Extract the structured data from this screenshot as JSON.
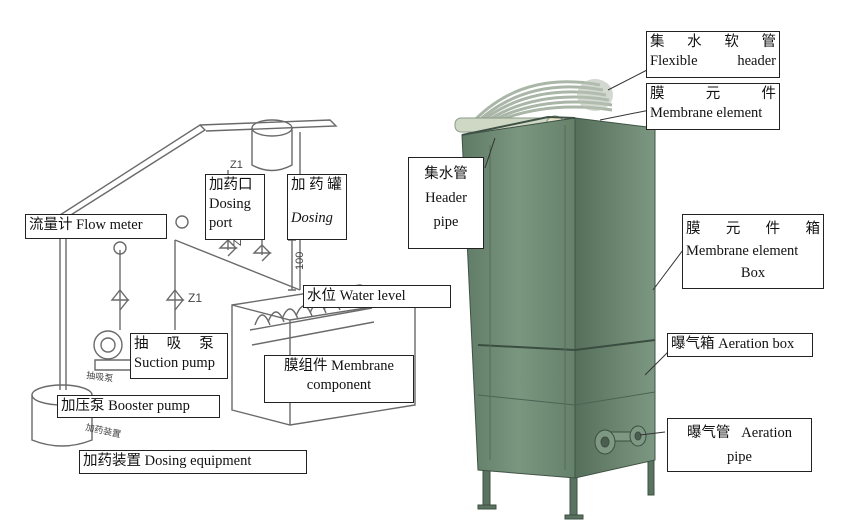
{
  "labels": {
    "flow_meter": "流量计  Flow meter",
    "dosing_port_cn": "加药口",
    "dosing_port_en1": "Dosing",
    "dosing_port_en2": "port",
    "dosing_tank_cn": "加 药 罐",
    "dosing_tank_en": "Dosing",
    "water_level": "水位  Water level",
    "suction_pump_cn": "抽     吸     泵",
    "suction_pump_en": "Suction pump",
    "membrane_component_cn": "膜组件 Membrane",
    "membrane_component_en": "component",
    "booster_pump": "加压泵  Booster pump",
    "dosing_equipment": "加药装置  Dosing equipment",
    "flexible_header_cn": [
      "集",
      "水",
      "软",
      "管"
    ],
    "flexible_header_en": [
      "Flexible",
      "header"
    ],
    "membrane_element_cn": [
      "膜",
      "元",
      "件"
    ],
    "membrane_element_en": "Membrane element",
    "header_pipe_cn": "集水管",
    "header_pipe_en1": "Header",
    "header_pipe_en2": "pipe",
    "membrane_box_cn": [
      "膜",
      "元",
      "件",
      "箱"
    ],
    "membrane_box_en1": "Membrane element",
    "membrane_box_en2": "Box",
    "aeration_box": "曝气箱  Aeration box",
    "aeration_pipe_cn": "曝气管   Aeration",
    "aeration_pipe_en": "pipe"
  },
  "sketch_text": {
    "z1_top": "Z1",
    "z1_mid": "Z1",
    "z2": "Z2",
    "dim_100": "100",
    "suction_pump_small": "抽吸泵",
    "dosing_equipment_small": "加药装置"
  },
  "colors": {
    "tank_green": "#6f8a73",
    "tank_dark": "#4f6a57",
    "line": "#555555"
  }
}
